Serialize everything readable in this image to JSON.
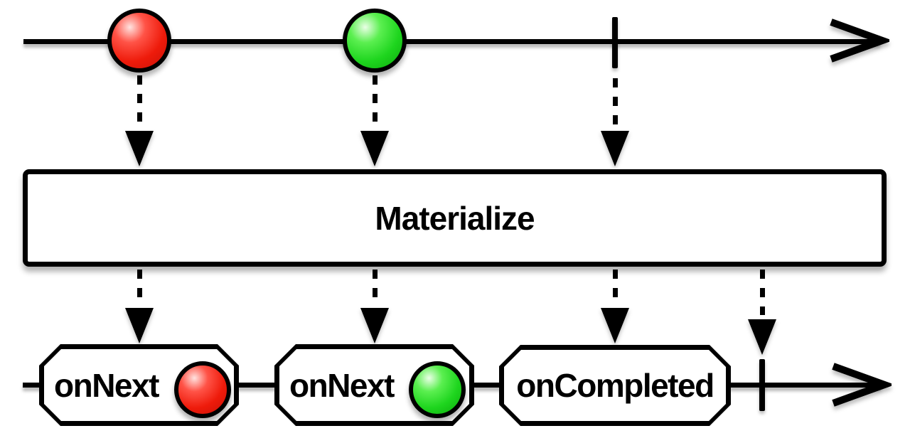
{
  "operator": {
    "label": "Materialize"
  },
  "source_timeline": {
    "marbles": [
      {
        "id": "red-marble",
        "color": "#ee1b0b"
      },
      {
        "id": "green-marble",
        "color": "#1ed51e"
      }
    ],
    "has_completion_tick": true
  },
  "output_timeline": {
    "notifications": [
      {
        "label": "onNext",
        "marble": "red-marble",
        "marble_color": "#ee1b0b"
      },
      {
        "label": "onNext",
        "marble": "green-marble",
        "marble_color": "#1ed51e"
      },
      {
        "label": "onCompleted"
      }
    ],
    "has_completion_tick": true
  },
  "colors": {
    "stroke": "#000000",
    "background": "#ffffff",
    "red": "#ee1b0b",
    "green": "#1ed51e"
  }
}
